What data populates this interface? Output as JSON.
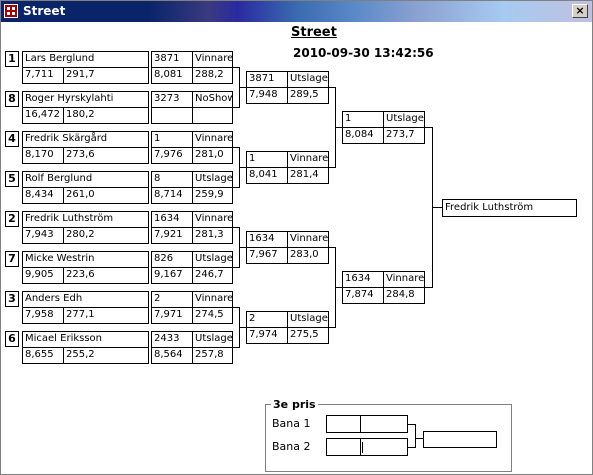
{
  "window": {
    "title": "Street",
    "close_label": "×"
  },
  "header": {
    "title": "Street",
    "datetime": "2010-09-30 13:42:56"
  },
  "round1": [
    {
      "seed": "1",
      "name": "Lars Berglund",
      "v1": "7,711",
      "v2": "291,7",
      "num": "3871",
      "result": "Vinnare",
      "r1": "8,081",
      "r2": "288,2"
    },
    {
      "seed": "8",
      "name": "Roger Hyrskylahti",
      "v1": "16,472",
      "v2": "180,2",
      "num": "3273",
      "result": "NoShow",
      "r1": "",
      "r2": ""
    },
    {
      "seed": "4",
      "name": "Fredrik Skärgård",
      "v1": "8,170",
      "v2": "273,6",
      "num": "1",
      "result": "Vinnare",
      "r1": "7,976",
      "r2": "281,0"
    },
    {
      "seed": "5",
      "name": "Rolf Berglund",
      "v1": "8,434",
      "v2": "261,0",
      "num": "8",
      "result": "Utslagen",
      "r1": "8,714",
      "r2": "259,9"
    },
    {
      "seed": "2",
      "name": "Fredrik Luthström",
      "v1": "7,943",
      "v2": "280,2",
      "num": "1634",
      "result": "Vinnare",
      "r1": "7,921",
      "r2": "281,3"
    },
    {
      "seed": "7",
      "name": "Micke Westrin",
      "v1": "9,905",
      "v2": "223,6",
      "num": "826",
      "result": "Utslagen",
      "r1": "9,167",
      "r2": "246,7"
    },
    {
      "seed": "3",
      "name": "Anders Edh",
      "v1": "7,958",
      "v2": "277,1",
      "num": "2",
      "result": "Vinnare",
      "r1": "7,971",
      "r2": "274,5"
    },
    {
      "seed": "6",
      "name": "Micael Eriksson",
      "v1": "8,655",
      "v2": "255,2",
      "num": "2433",
      "result": "Utslagen",
      "r1": "8,564",
      "r2": "257,8"
    }
  ],
  "round2": [
    {
      "num": "3871",
      "result": "Utslagen",
      "r1": "7,948",
      "r2": "289,5"
    },
    {
      "num": "1",
      "result": "Vinnare",
      "r1": "8,041",
      "r2": "281,4"
    },
    {
      "num": "1634",
      "result": "Vinnare",
      "r1": "7,967",
      "r2": "283,0"
    },
    {
      "num": "2",
      "result": "Utslagen",
      "r1": "7,974",
      "r2": "275,5"
    }
  ],
  "round3": [
    {
      "num": "1",
      "result": "Utslagen",
      "r1": "8,084",
      "r2": "273,7"
    },
    {
      "num": "1634",
      "result": "Vinnare",
      "r1": "7,874",
      "r2": "284,8"
    }
  ],
  "winner": {
    "name": "Fredrik Luthström"
  },
  "third_prize": {
    "legend": "3e pris",
    "lane1": "Bana 1",
    "lane2": "Bana 2"
  }
}
